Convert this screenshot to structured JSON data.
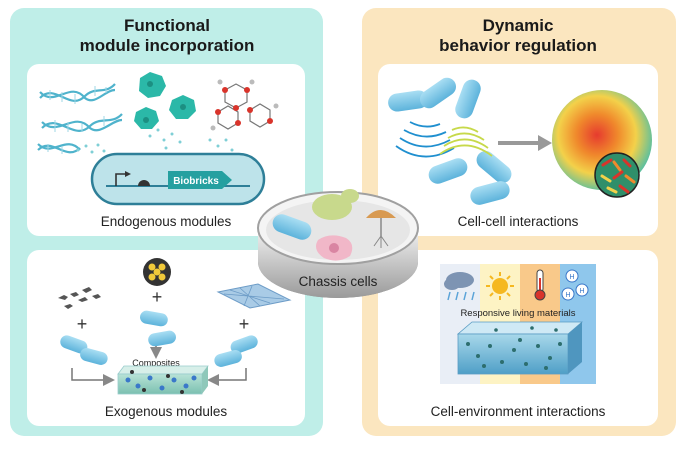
{
  "left_panel": {
    "title_line1": "Functional",
    "title_line2": "module incorporation",
    "endogenous": {
      "label": "Endogenous modules",
      "construct_label": "Biobricks"
    },
    "exogenous": {
      "label": "Exogenous modules",
      "composites_label": "Composites",
      "plus": "+"
    }
  },
  "right_panel": {
    "title_line1": "Dynamic",
    "title_line2": "behavior regulation",
    "cell_cell": {
      "label": "Cell-cell interactions"
    },
    "cell_env": {
      "label": "Cell-environment interactions",
      "materials_label": "Responsive living materials",
      "ion_labels": [
        "H",
        "H",
        "H"
      ]
    }
  },
  "center": {
    "label": "Chassis cells"
  },
  "colors": {
    "left_bg": "#bfeee8",
    "right_bg": "#fbe6bf",
    "cell_blue": "#7cc7e8",
    "dna_blue": "#5bbad3",
    "biobrick_green": "#25a0a0"
  }
}
